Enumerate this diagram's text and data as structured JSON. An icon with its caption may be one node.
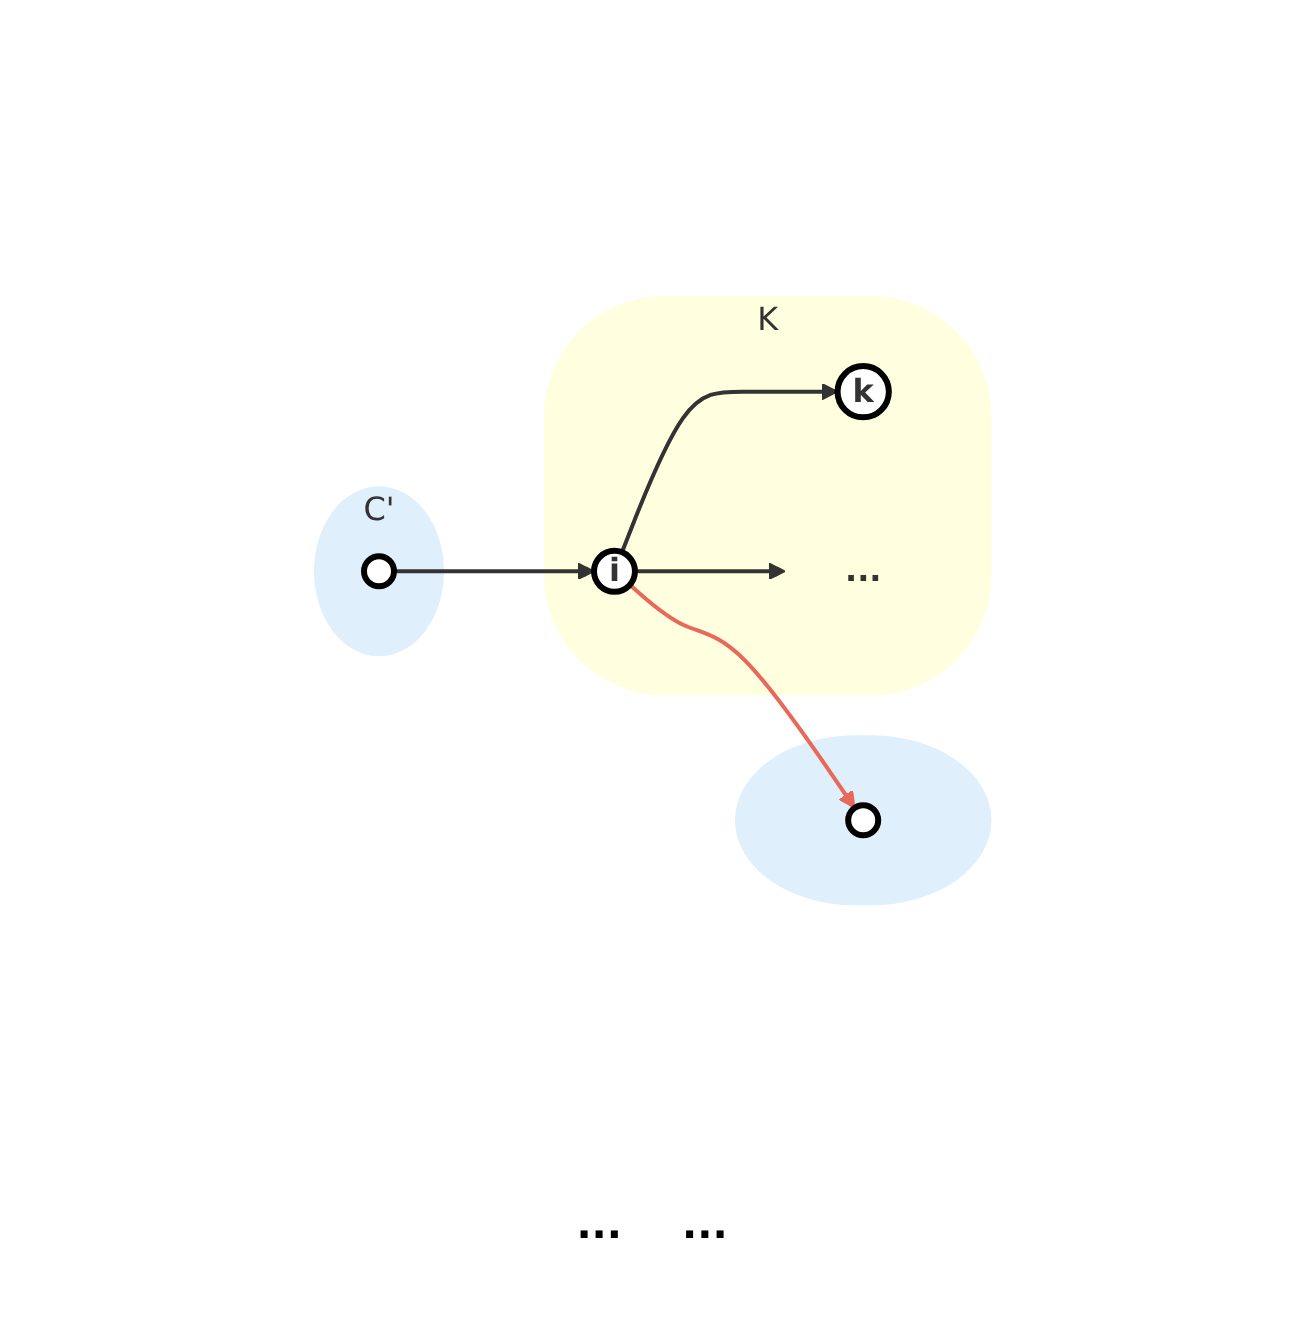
{
  "diagram": {
    "nodes": [
      {
        "text": [
          "K"
        ]
      },
      {
        "text": [
          "k"
        ],
        "in": 0
      },
      {
        "text": [
          "..."
        ],
        "in": 0
      },
      {
        "text": [
          "i"
        ],
        "in": 0
      },
      {
        "text": [
          "C'"
        ]
      },
      {
        "text": [],
        "shape": "circle",
        "in": 4
      },
      {
        "text": [],
        "shape": "ellipse"
      },
      {
        "text": [],
        "shape": "circle",
        "in": 6
      }
    ],
    "edges": [
      {
        "from": 5,
        "to": 3,
        "arrow": "to"
      },
      {
        "from": 3,
        "to": 1,
        "arrow": "to"
      },
      {
        "from": 3,
        "to": 2,
        "arrow": "to"
      },
      {
        "from": 3,
        "to": 7,
        "arrow": "to",
        "color": "#e8685a"
      }
    ],
    "labels": [
      "...",
      "..."
    ]
  }
}
